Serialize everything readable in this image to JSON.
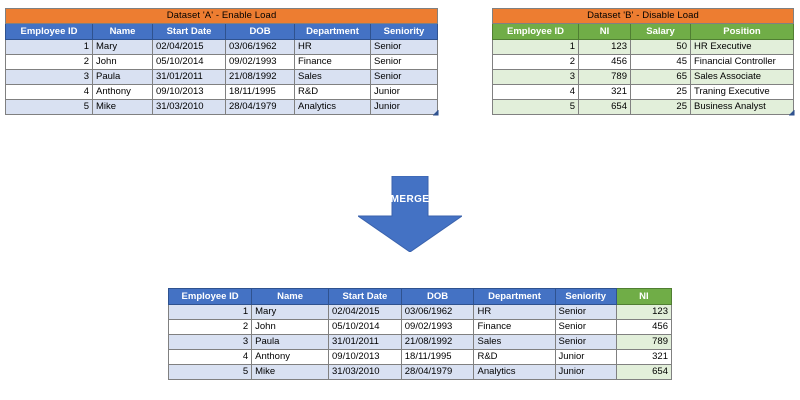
{
  "diagram": {
    "merge_label": "MERGE",
    "arrow_color": "#4472C4",
    "arrow_outline": "#3A62AC"
  },
  "colors": {
    "title_orange": "#ED7D31",
    "header_blue": "#4472C4",
    "header_green": "#70AD47",
    "band_blue": "#D9E1F2",
    "band_green": "#E2EFDA"
  },
  "dataset_a": {
    "title": "Dataset 'A' - Enable Load",
    "columns": [
      "Employee ID",
      "Name",
      "Start Date",
      "DOB",
      "Department",
      "Seniority"
    ],
    "rows": [
      [
        "1",
        "Mary",
        "02/04/2015",
        "03/06/1962",
        "HR",
        "Senior"
      ],
      [
        "2",
        "John",
        "05/10/2014",
        "09/02/1993",
        "Finance",
        "Senior"
      ],
      [
        "3",
        "Paula",
        "31/01/2011",
        "21/08/1992",
        "Sales",
        "Senior"
      ],
      [
        "4",
        "Anthony",
        "09/10/2013",
        "18/11/1995",
        "R&D",
        "Junior"
      ],
      [
        "5",
        "Mike",
        "31/03/2010",
        "28/04/1979",
        "Analytics",
        "Junior"
      ]
    ]
  },
  "dataset_b": {
    "title": "Dataset 'B' - Disable Load",
    "columns": [
      "Employee ID",
      "NI",
      "Salary",
      "Position"
    ],
    "rows": [
      [
        "1",
        "123",
        "50",
        "HR Executive"
      ],
      [
        "2",
        "456",
        "45",
        "Financial Controller"
      ],
      [
        "3",
        "789",
        "65",
        "Sales Associate"
      ],
      [
        "4",
        "321",
        "25",
        "Traning Executive"
      ],
      [
        "5",
        "654",
        "25",
        "Business Analyst"
      ]
    ]
  },
  "merged": {
    "columns": [
      "Employee ID",
      "Name",
      "Start Date",
      "DOB",
      "Department",
      "Seniority",
      "NI"
    ],
    "rows": [
      [
        "1",
        "Mary",
        "02/04/2015",
        "03/06/1962",
        "HR",
        "Senior",
        "123"
      ],
      [
        "2",
        "John",
        "05/10/2014",
        "09/02/1993",
        "Finance",
        "Senior",
        "456"
      ],
      [
        "3",
        "Paula",
        "31/01/2011",
        "21/08/1992",
        "Sales",
        "Senior",
        "789"
      ],
      [
        "4",
        "Anthony",
        "09/10/2013",
        "18/11/1995",
        "R&D",
        "Junior",
        "321"
      ],
      [
        "5",
        "Mike",
        "31/03/2010",
        "28/04/1979",
        "Analytics",
        "Junior",
        "654"
      ]
    ]
  }
}
